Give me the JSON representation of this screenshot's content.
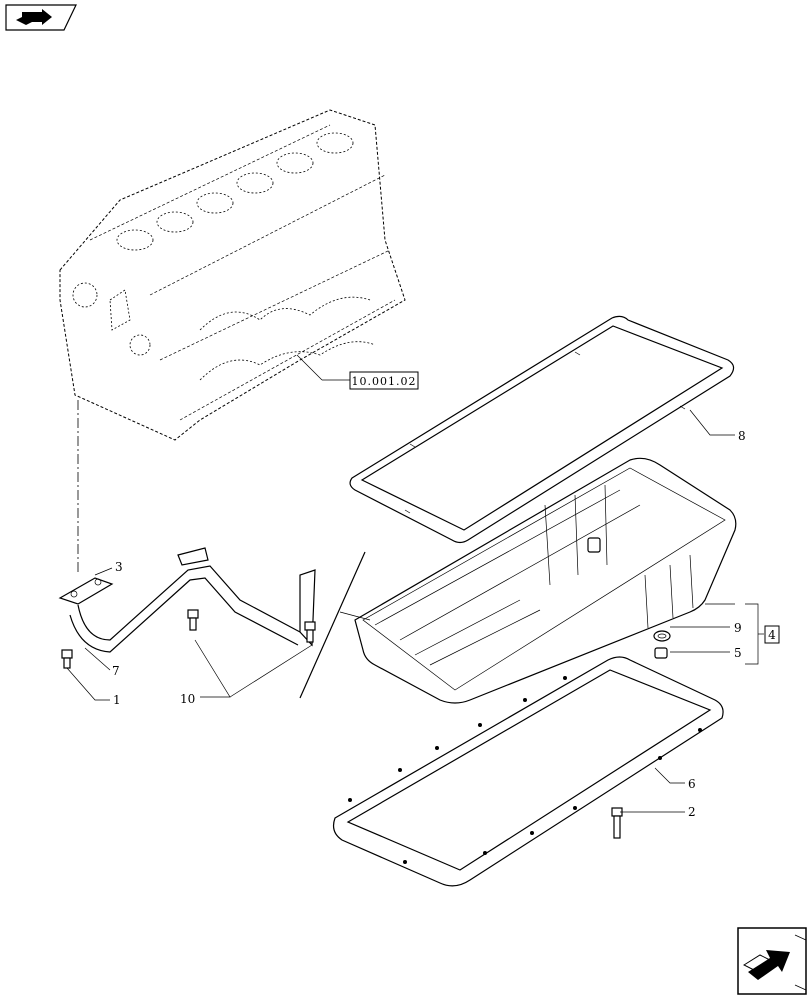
{
  "callouts": {
    "ref_block": "10.001.02",
    "kit": "4",
    "p1": "1",
    "p2": "2",
    "p3": "3",
    "p5": "5",
    "p6": "6",
    "p7": "7",
    "p8": "8",
    "p9": "9",
    "p10": "10"
  },
  "icons": {
    "top_left": "previous-page-icon",
    "bottom_right": "next-page-icon"
  }
}
